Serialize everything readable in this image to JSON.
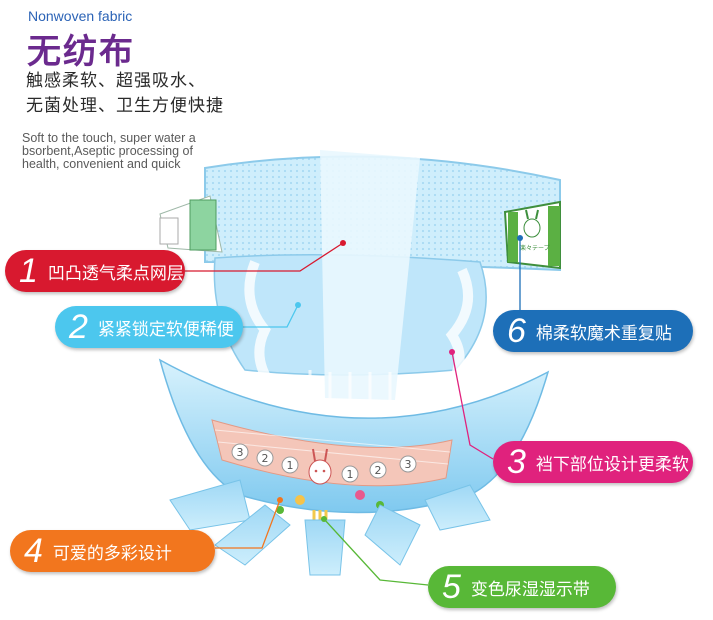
{
  "header": {
    "brand_en": "Nonwoven fabric",
    "brand_cn": "无纺布",
    "desc_cn_line1": "触感柔软、超强吸水、",
    "desc_cn_line2": "无菌处理、卫生方便快捷",
    "desc_en_line1": "Soft to the touch, super water a",
    "desc_en_line2": "bsorbent,Aseptic processing of",
    "desc_en_line3": "health, convenient and quick"
  },
  "features": [
    {
      "num": "1",
      "text": "凹凸透气柔点网层",
      "color": "#d8192f"
    },
    {
      "num": "2",
      "text": "紧紧锁定软便稀便",
      "color": "#4cc7ee"
    },
    {
      "num": "3",
      "text": "裆下部位设计更柔软",
      "color": "#e0227d"
    },
    {
      "num": "4",
      "text": "可爱的多彩设计",
      "color": "#f2761e"
    },
    {
      "num": "5",
      "text": "变色尿湿湿示带",
      "color": "#58b837"
    },
    {
      "num": "6",
      "text": "棉柔软魔术重复贴",
      "color": "#1d6fb8"
    }
  ],
  "indicator_numbers": [
    "3",
    "2",
    "1",
    "1",
    "2",
    "3"
  ],
  "tape_label": "楽々テープ"
}
